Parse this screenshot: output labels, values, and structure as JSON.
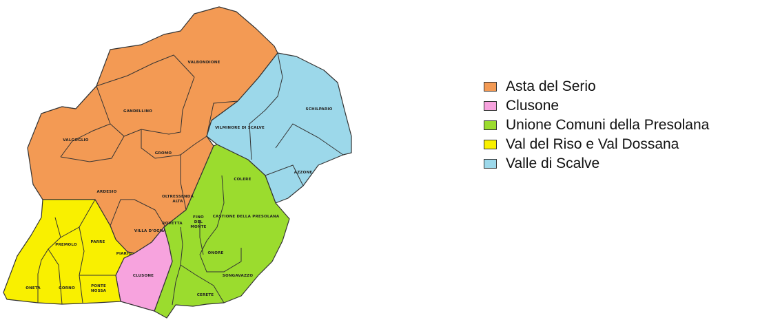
{
  "map": {
    "groups": [
      {
        "id": "asta",
        "name": "Asta del Serio",
        "color": "#f39a54"
      },
      {
        "id": "clusone",
        "name": "Clusone",
        "color": "#f7a3de"
      },
      {
        "id": "presolana",
        "name": "Unione Comuni della Presolana",
        "color": "#9bdc2e"
      },
      {
        "id": "riso",
        "name": "Val del Riso e Val Dossana",
        "color": "#f9f000"
      },
      {
        "id": "scalve",
        "name": "Valle di Scalve",
        "color": "#9cd8ea"
      }
    ],
    "municipalities": {
      "valbondione": "VALBONDIONE",
      "gandellino": "GANDELLINO",
      "valgoglio": "VALGOGLIO",
      "gromo": "GROMO",
      "ardesio": "ARDESIO",
      "oltressenda_1": "OLTRESSENDA",
      "oltressenda_2": "ALTA",
      "villa_dogna": "VILLA D'OGNA",
      "piario": "PIARIO",
      "vilminore": "VILMINORE DI SCALVE",
      "schilpario": "SCHILPARIO",
      "colere": "COLERE",
      "azzone": "AZZONE",
      "rovetta": "ROVETTA",
      "fino_1": "FINO",
      "fino_2": "DEL",
      "fino_3": "MONTE",
      "castione": "CASTIONE DELLA PRESOLANA",
      "onore": "ONORE",
      "songavazzo": "SONGAVAZZO",
      "cerete": "CERETE",
      "clusone": "CLUSONE",
      "premolo": "PREMOLO",
      "parre": "PARRE",
      "oneta": "ONETA",
      "gorno": "GORNO",
      "ponte_1": "PONTE",
      "ponte_2": "NOSSA"
    }
  }
}
